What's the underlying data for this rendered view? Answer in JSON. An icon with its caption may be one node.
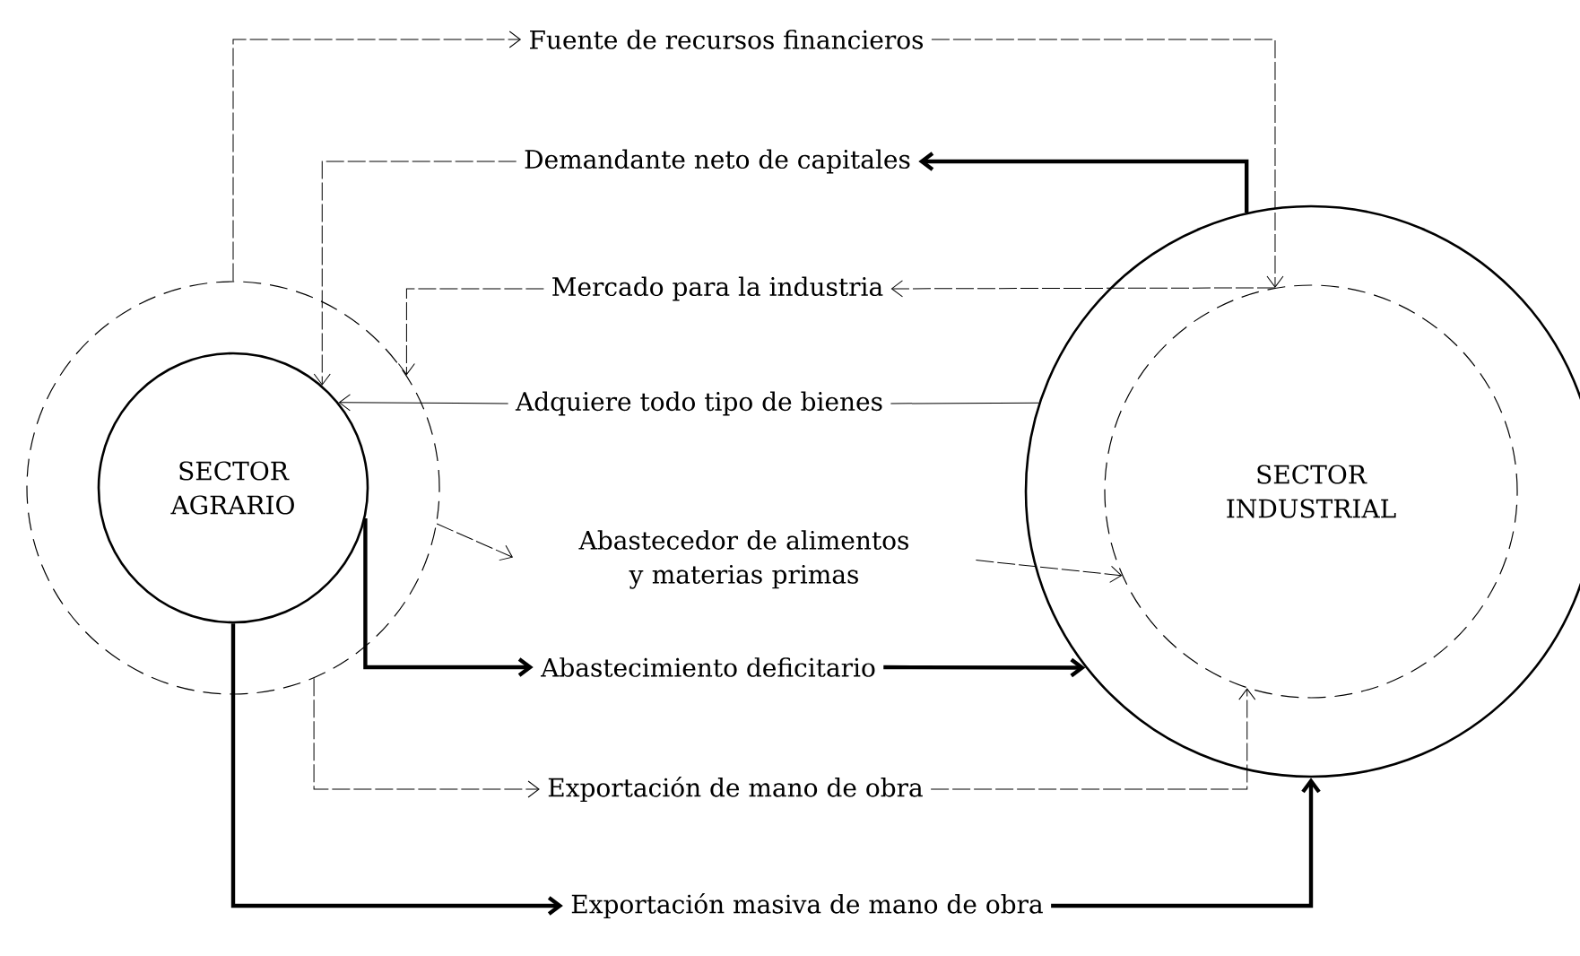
{
  "diagram": {
    "nodes": [
      {
        "text": [],
        "shape": "circle"
      },
      {
        "text": [
          "SECTOR AGRARIO"
        ],
        "in": 0
      },
      {
        "text": [],
        "shape": "circle"
      },
      {
        "text": [
          "SECTOR INDUSTRIAL"
        ],
        "in": 2
      },
      {
        "text": [
          "Fuente de recursos financieros"
        ]
      },
      {
        "text": [
          "Demandante neto de capitales"
        ]
      },
      {
        "text": [
          "Mercado para la industria"
        ]
      },
      {
        "text": [
          "Adquiere todo tipo de bienes"
        ]
      },
      {
        "text": [
          "Abastecedor de alimentos y materias primas"
        ]
      },
      {
        "text": [
          "Abastecimiento deficitario"
        ]
      },
      {
        "text": [
          "Exportación de mano de obra"
        ]
      },
      {
        "text": [
          "Exportación masiva de mano de obra"
        ]
      }
    ],
    "edges": [
      {
        "from": 0,
        "to": 4,
        "arrow": "to",
        "style": "dashed"
      },
      {
        "from": 4,
        "to": 3,
        "arrow": "to",
        "style": "dashed"
      },
      {
        "from": 2,
        "to": 5,
        "arrow": "to",
        "style": "thick"
      },
      {
        "from": 5,
        "to": 1,
        "arrow": "to",
        "style": "dashed"
      },
      {
        "from": 3,
        "to": 6,
        "arrow": "to",
        "style": "dashed"
      },
      {
        "from": 6,
        "to": 0,
        "arrow": "to",
        "style": "dashed"
      },
      {
        "from": 7,
        "to": 1,
        "arrow": "to"
      },
      {
        "from": 2,
        "to": 7,
        "arrow": "none"
      },
      {
        "from": 0,
        "to": 8,
        "arrow": "to",
        "style": "dashed"
      },
      {
        "from": 8,
        "to": 3,
        "arrow": "to",
        "style": "dashed"
      },
      {
        "from": 1,
        "to": 9,
        "arrow": "to",
        "style": "thick"
      },
      {
        "from": 9,
        "to": 2,
        "arrow": "to",
        "style": "thick"
      },
      {
        "from": 0,
        "to": 10,
        "arrow": "to",
        "style": "dashed"
      },
      {
        "from": 10,
        "to": 3,
        "arrow": "to",
        "style": "dashed"
      },
      {
        "from": 1,
        "to": 11,
        "arrow": "to",
        "style": "thick"
      },
      {
        "from": 11,
        "to": 2,
        "arrow": "to",
        "style": "thick"
      }
    ]
  }
}
